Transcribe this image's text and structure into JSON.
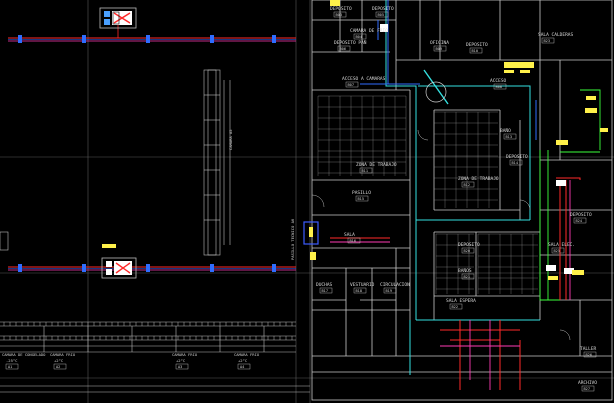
{
  "window": {
    "title": ""
  },
  "colors": {
    "background": "#000000",
    "walls": "#c8c8c8",
    "grid": "#7a7a7a",
    "pipe_red": "#ff2a2a",
    "pipe_magenta": "#ff3cb4",
    "pipe_cyan": "#35e0e0",
    "pipe_blue": "#2f6dff",
    "pipe_green": "#3cff3c",
    "highlight_yellow": "#fff14a"
  },
  "icons": [
    "equipment-unit-icon",
    "fire-extinguisher-icon",
    "door-swing-icon"
  ],
  "rooms": [
    {
      "id": "r1",
      "name": "DEPOSITO",
      "tag": "B03"
    },
    {
      "id": "r2",
      "name": "CAMARA DE FRIO",
      "tag": "B04"
    },
    {
      "id": "r3",
      "name": "DEPOSITO",
      "tag": "B05"
    },
    {
      "id": "r4",
      "name": "DEPOSITO PAÑ",
      "tag": "B06"
    },
    {
      "id": "r5",
      "name": "ACCESO A CAMARAS",
      "tag": "B07"
    },
    {
      "id": "r6",
      "name": "ACCESO",
      "tag": "B08"
    },
    {
      "id": "r7",
      "name": "OFICINA",
      "tag": "B09"
    },
    {
      "id": "r8",
      "name": "DEPOSITO",
      "tag": "B10"
    },
    {
      "id": "r9",
      "name": "ZONA DE TRABAJO",
      "tag": "B11"
    },
    {
      "id": "r10",
      "name": "ZONA DE TRABAJO",
      "tag": "B12"
    },
    {
      "id": "r11",
      "name": "BAÑO",
      "tag": "B13"
    },
    {
      "id": "r12",
      "name": "DEPOSITO",
      "tag": "B14"
    },
    {
      "id": "r13",
      "name": "PASILLO",
      "tag": "B15"
    },
    {
      "id": "r14",
      "name": "SALA",
      "tag": "B16"
    },
    {
      "id": "r15",
      "name": "DUCHAS",
      "tag": "B17"
    },
    {
      "id": "r16",
      "name": "VESTUARIO",
      "tag": "B18"
    },
    {
      "id": "r17",
      "name": "CIRCULACION",
      "tag": "B19"
    },
    {
      "id": "r18",
      "name": "DEPOSITO",
      "tag": "B20"
    },
    {
      "id": "r19",
      "name": "BAÑOS",
      "tag": "B21"
    },
    {
      "id": "r20",
      "name": "SALA ESPERA",
      "tag": "B22"
    },
    {
      "id": "r21",
      "name": "SALA CALDERAS",
      "tag": "B23"
    },
    {
      "id": "r22",
      "name": "DEPOSITO",
      "tag": "B24"
    },
    {
      "id": "r23",
      "name": "SALA ELEC.",
      "tag": "B25"
    },
    {
      "id": "r24",
      "name": "TALLER",
      "tag": "B26"
    },
    {
      "id": "r25",
      "name": "ARCHIVO",
      "tag": "B27"
    }
  ],
  "bottom_labels": [
    {
      "name": "CAMARA DE CONGELADO",
      "sub": "-25°C",
      "tag": "A1"
    },
    {
      "name": "CAMARA FRIO",
      "sub": "+2°C",
      "tag": "A2"
    },
    {
      "name": "CAMARA FRIO",
      "sub": "+2°C",
      "tag": "A3"
    },
    {
      "name": "CAMARA FRIO",
      "sub": "+2°C",
      "tag": "A4"
    }
  ],
  "vertical_labels": [
    {
      "name": "CAMARA",
      "tag": "A5"
    },
    {
      "name": "PASILLO TECNICO",
      "tag": "A6"
    }
  ]
}
